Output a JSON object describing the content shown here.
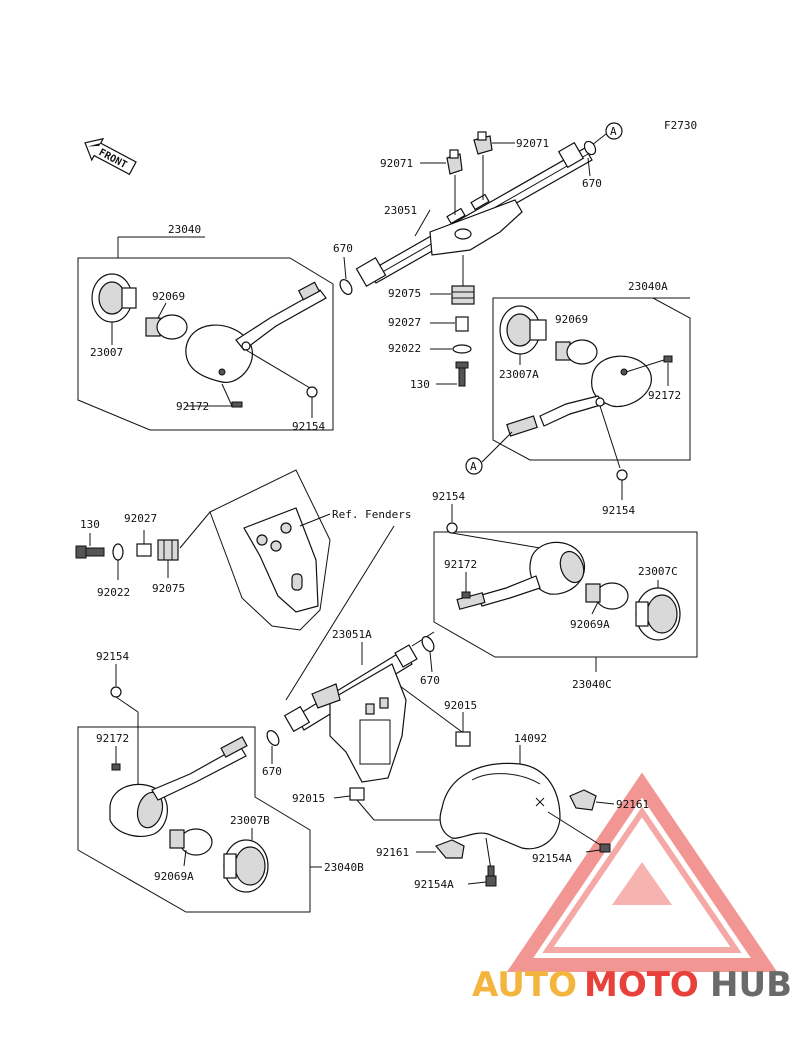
{
  "diagram": {
    "figure_code": "F2730",
    "front_label": "FRONT",
    "ref_label": "Ref. Fenders",
    "connector_marker": "A",
    "parts": {
      "p23040": "23040",
      "p23040A": "23040A",
      "p23040B": "23040B",
      "p23040C": "23040C",
      "p23007": "23007",
      "p23007A": "23007A",
      "p23007B": "23007B",
      "p23007C": "23007C",
      "p23051": "23051",
      "p23051A": "23051A",
      "p92069": "92069",
      "p92069A": "92069A",
      "p92071": "92071",
      "p92075": "92075",
      "p92027": "92027",
      "p92022": "92022",
      "p130": "130",
      "p670": "670",
      "p92172": "92172",
      "p92154": "92154",
      "p92154A": "92154A",
      "p92015": "92015",
      "p14092": "14092",
      "p92161": "92161"
    }
  },
  "watermark": {
    "part1": "AUTO",
    "part2": "MOTO",
    "part3": "HUB",
    "colors": {
      "auto": "#f4b53f",
      "moto": "#e8403a",
      "hub": "#6a6a6a"
    }
  }
}
